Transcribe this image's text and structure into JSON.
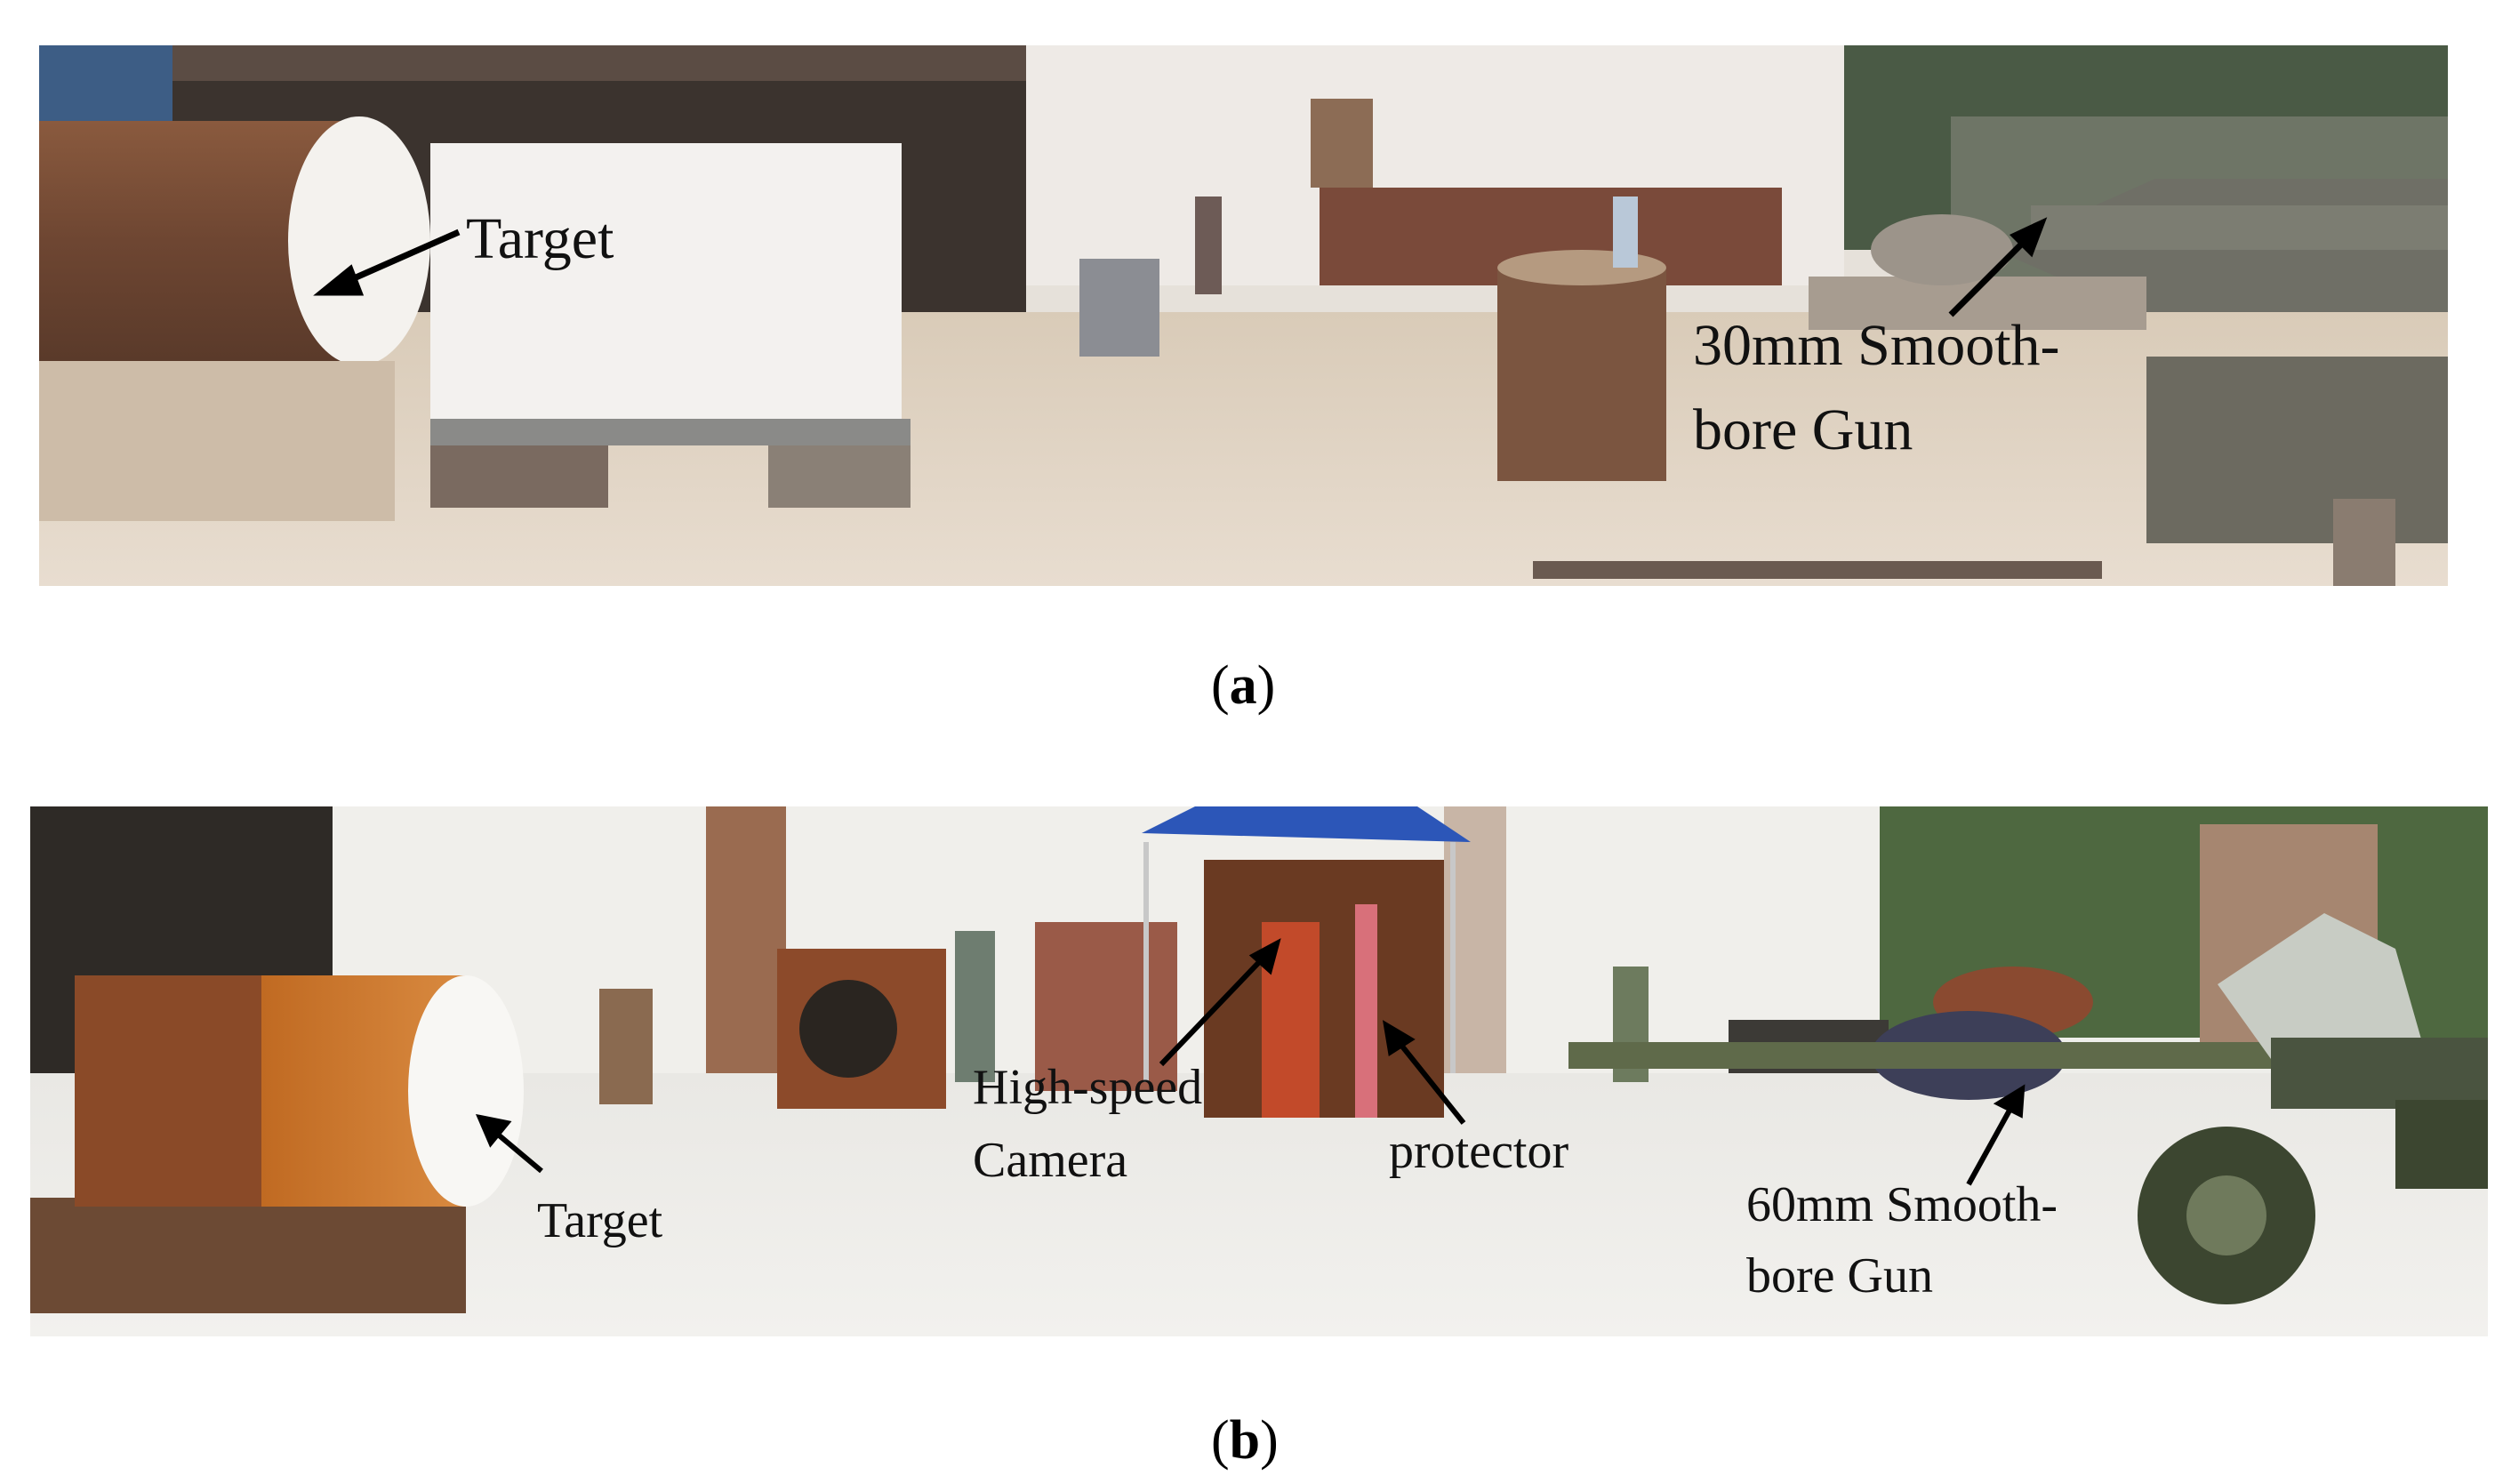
{
  "figure": {
    "panel_a": {
      "caption_letter": "a",
      "labels": {
        "target": "Target",
        "gun_line1": "30mm Smooth-",
        "gun_line2": "bore Gun"
      }
    },
    "panel_b": {
      "caption_letter": "b",
      "labels": {
        "target": "Target",
        "camera_line1": "High-speed",
        "camera_line2": "Camera",
        "protector": "protector",
        "gun_line1": "60mm Smooth-",
        "gun_line2": "bore Gun"
      }
    }
  }
}
